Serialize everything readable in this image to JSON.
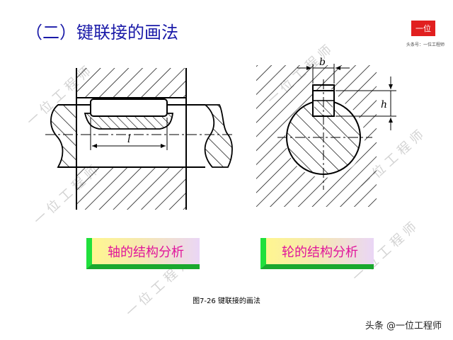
{
  "header": {
    "title": "（二）键联接的画法",
    "logo_text": "一位",
    "logo_caption": "头条号：一位工程师"
  },
  "labels": {
    "l": "l",
    "b": "b",
    "h": "h"
  },
  "buttons": {
    "shaft": "轴的结构分析",
    "hub": "轮的结构分析"
  },
  "figure": {
    "caption": "图7-26   键联接的画法"
  },
  "footer": {
    "credit": "头条 @一位工程师"
  },
  "watermarks": [
    "一位工程师",
    "一位工程师",
    "一位工程师",
    "一位工程师",
    "一位工程师",
    "一位工程师"
  ],
  "colors": {
    "title": "#1a1aa8",
    "accent_green": "#20e03c",
    "button_text": "#e0159c",
    "logo": "#e11f1f"
  }
}
